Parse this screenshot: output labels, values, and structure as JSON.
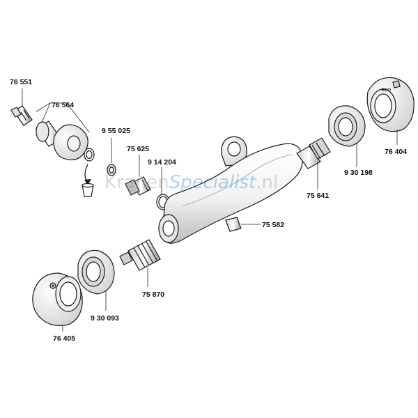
{
  "watermark": {
    "prefix": "Kranen",
    "accent": "Specialist",
    "suffix": ".nl"
  },
  "part_numbers": {
    "stopper_screw": "76 551",
    "left_cap_set": "76 564",
    "small_washer": "9 55 025",
    "connector_nut": "75 625",
    "o_ring": "9 14 204",
    "right_cartridge": "75 641",
    "right_adapter": "9 30 198",
    "right_handle": "76 404",
    "valve_body": "75 582",
    "thermostat_cartridge": "75 870",
    "left_adapter": "9 30 093",
    "thermostatic_handle": "76 405"
  },
  "handle_marks": {
    "right_handle_logo": "ECO"
  },
  "colors": {
    "outline": "#1a1a1a",
    "watermark_gray": "#8a8a8a",
    "watermark_accent": "#1e73be",
    "part_fill": "#ffffff",
    "shading": "#d9d9d9"
  }
}
